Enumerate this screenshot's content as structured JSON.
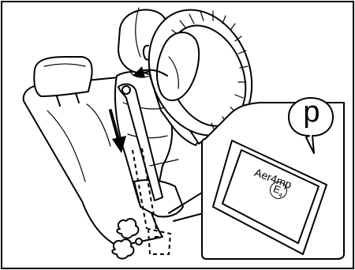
{
  "callout": {
    "marker_letter": "p",
    "label_text": "Aer4mp",
    "approval_mark": "E",
    "approval_subscript": "4"
  },
  "icons": [
    "seat-icon",
    "occupant-icon",
    "airbag-icon",
    "seatbelt-icon",
    "down-arrow-icon",
    "inflator-gas-icon",
    "label-callout-icon"
  ]
}
